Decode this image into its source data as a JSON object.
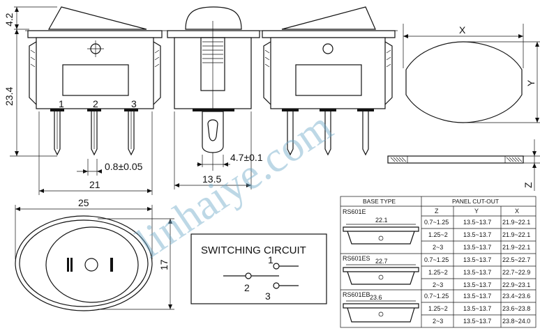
{
  "dimensions": {
    "height_top": "4.2",
    "height_body": "23.4",
    "pin_gap": "0.8±0.05",
    "body_width": "21",
    "side_width": "13.5",
    "terminal_width": "4.7±0.1",
    "cutout_x": "X",
    "cutout_y": "Y",
    "thickness_z": "Z",
    "front_width": "25",
    "front_height": "17"
  },
  "pins": [
    "1",
    "2",
    "3"
  ],
  "circuit": {
    "title": "SWITCHING CIRCUIT",
    "labels": [
      "1",
      "2",
      "3"
    ]
  },
  "watermark": "linhaiye.com",
  "table": {
    "base_header": "BASE TYPE",
    "cutout_header": "PANEL CUT-OUT",
    "col_headers": [
      "Z",
      "Y",
      "X"
    ],
    "groups": [
      {
        "model": "RS601E",
        "width": "22.1",
        "rows": [
          [
            "0.7~1.25",
            "13.5~13.7",
            "21.9~22.1"
          ],
          [
            "1.25~2",
            "13.5~13.7",
            "21.9~22.1"
          ],
          [
            "2~3",
            "13.5~13.7",
            "21.9~22.1"
          ]
        ]
      },
      {
        "model": "RS601ES",
        "width": "22.7",
        "rows": [
          [
            "0.7~1.25",
            "13.5~13.7",
            "22.5~22.7"
          ],
          [
            "1.25~2",
            "13.5~13.7",
            "22.7~22.9"
          ],
          [
            "2~3",
            "13.5~13.7",
            "22.9~23.1"
          ]
        ]
      },
      {
        "model": "RS601EB",
        "width": "23.6",
        "rows": [
          [
            "0.7~1.25",
            "13.5~13.7",
            "23.4~23.6"
          ],
          [
            "1.25~2",
            "13.5~13.7",
            "23.6~23.8"
          ],
          [
            "2~3",
            "13.5~13.7",
            "23.8~24.0"
          ]
        ]
      }
    ]
  }
}
